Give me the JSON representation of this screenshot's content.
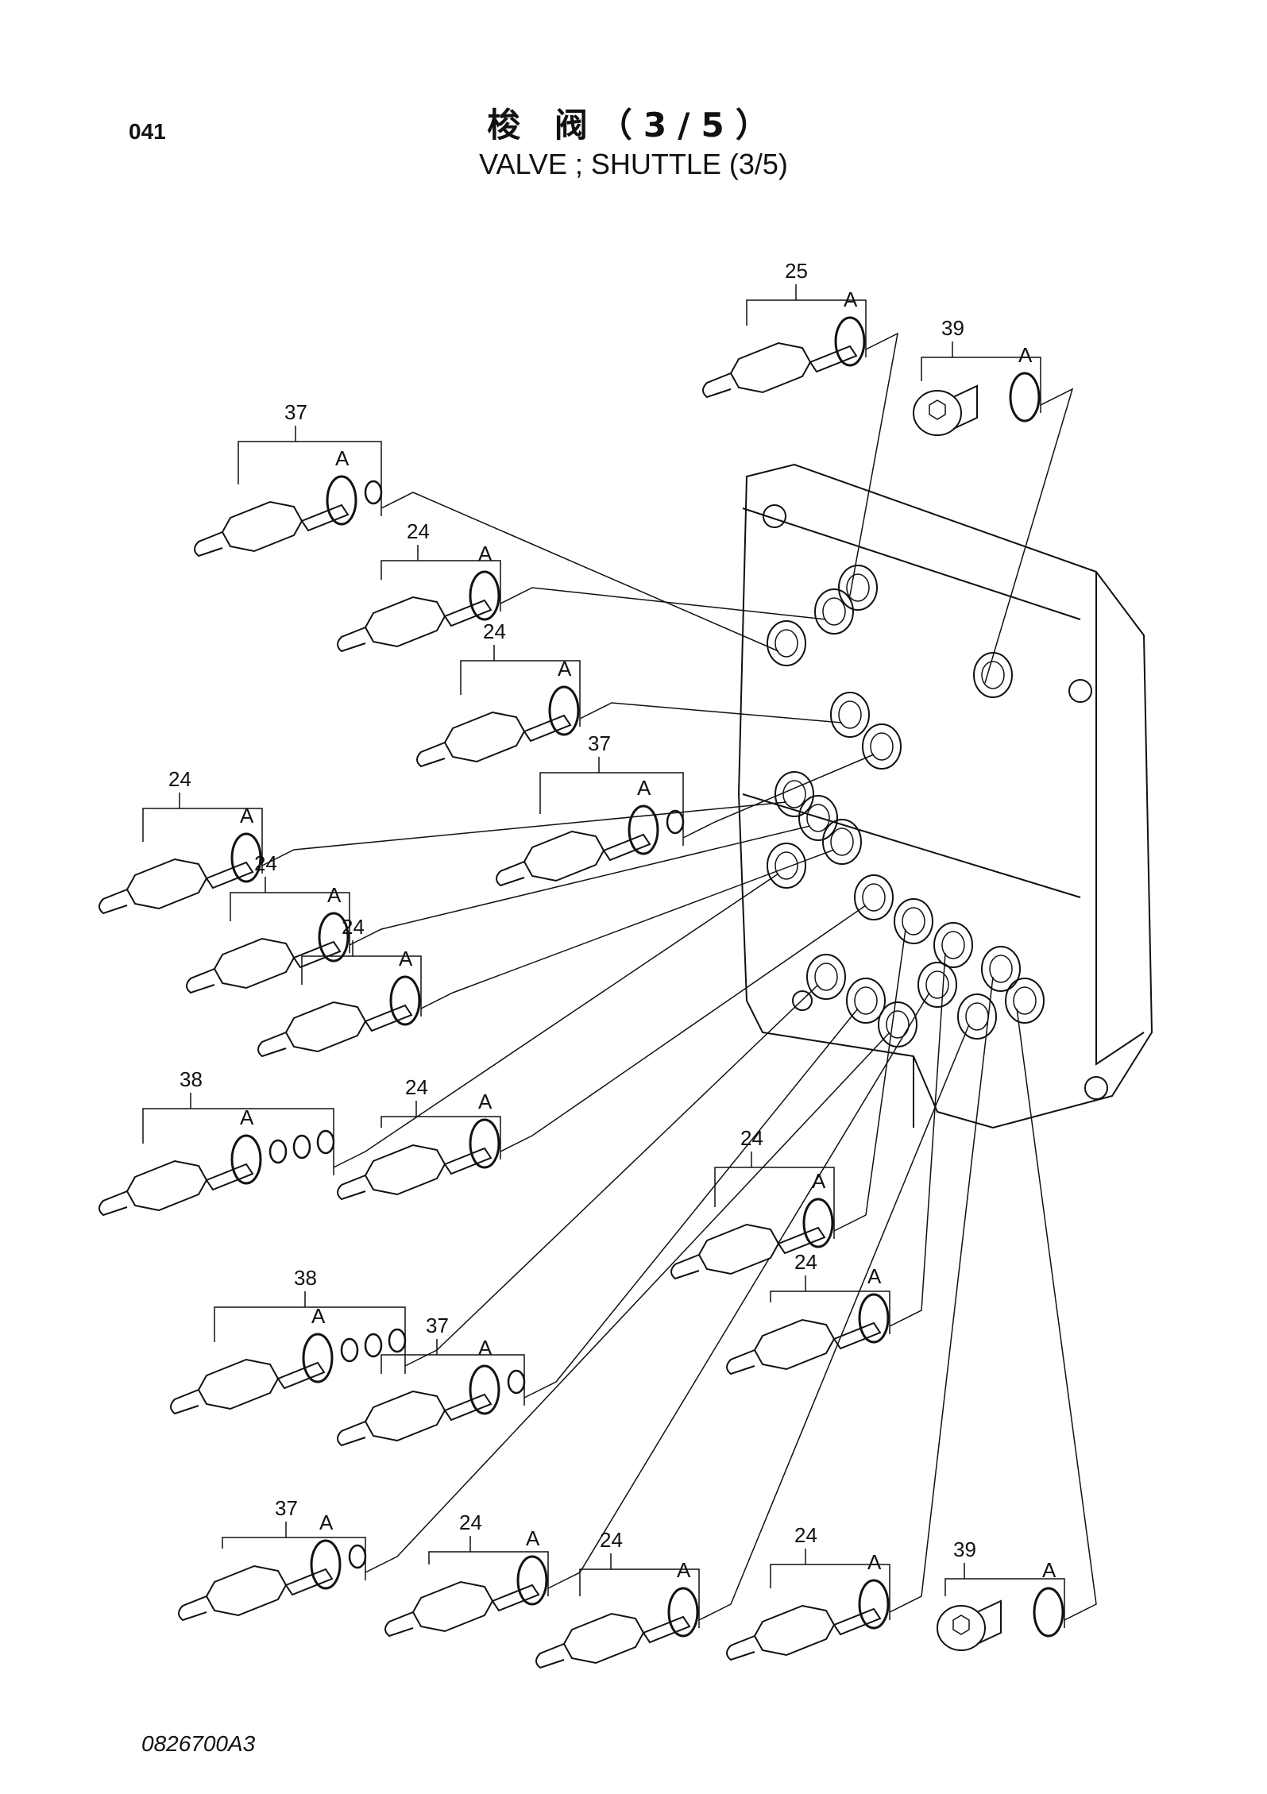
{
  "page_number": "041",
  "title_cn": "梭 阀（3/5）",
  "title_en": "VALVE ; SHUTTLE (3/5)",
  "drawing_number": "0826700A3",
  "ring_marker": "A",
  "callouts": [
    {
      "label": "25",
      "part": "fitting"
    },
    {
      "label": "39",
      "part": "plug"
    },
    {
      "label": "37",
      "part": "fitting"
    },
    {
      "label": "24",
      "part": "fitting"
    },
    {
      "label": "24",
      "part": "fitting"
    },
    {
      "label": "37",
      "part": "fitting"
    },
    {
      "label": "24",
      "part": "fitting"
    },
    {
      "label": "24",
      "part": "fitting"
    },
    {
      "label": "24",
      "part": "fitting"
    },
    {
      "label": "38",
      "part": "fitting"
    },
    {
      "label": "24",
      "part": "fitting"
    },
    {
      "label": "24",
      "part": "fitting"
    },
    {
      "label": "24",
      "part": "fitting"
    },
    {
      "label": "38",
      "part": "fitting"
    },
    {
      "label": "37",
      "part": "fitting"
    },
    {
      "label": "37",
      "part": "fitting"
    },
    {
      "label": "24",
      "part": "fitting"
    },
    {
      "label": "24",
      "part": "fitting"
    },
    {
      "label": "24",
      "part": "fitting"
    },
    {
      "label": "39",
      "part": "plug"
    }
  ]
}
